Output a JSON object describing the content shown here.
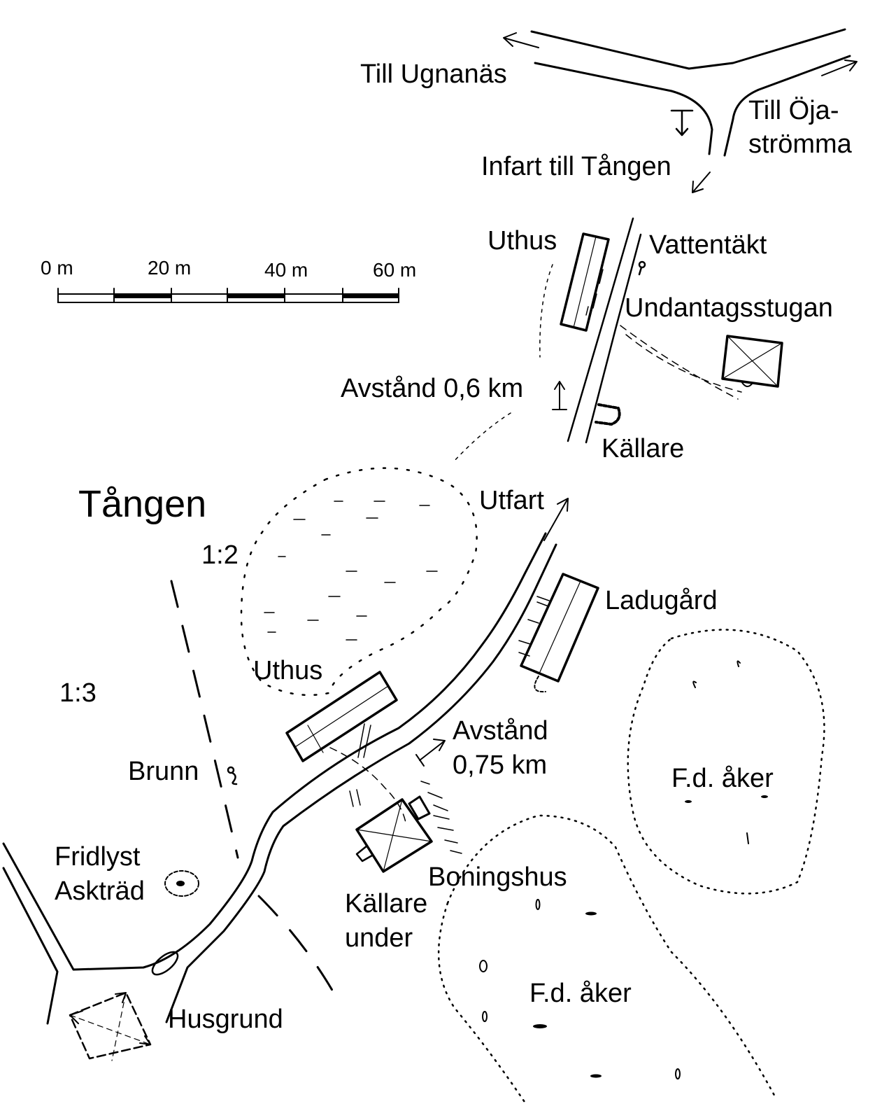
{
  "map": {
    "title": "Tången",
    "scale_bar": {
      "ticks": [
        "0 m",
        "20 m",
        "40 m",
        "60 m"
      ]
    },
    "labels": {
      "till_ugnanas": "Till Ugnanäs",
      "till_oja_line1": "Till Öja-",
      "till_oja_line2": "strömma",
      "infart": "Infart till Tången",
      "uthus_north": "Uthus",
      "vattentakt": "Vattentäkt",
      "undantagsstugan": "Undantagsstugan",
      "avstand_06": "Avstånd 0,6 km",
      "kallare_north": "Källare",
      "utfart": "Utfart",
      "ratio_12": "1:2",
      "ratio_13": "1:3",
      "ladugard": "Ladugård",
      "uthus_south": "Uthus",
      "avstand_075_line1": "Avstånd",
      "avstand_075_line2": "0,75 km",
      "brunn": "Brunn",
      "fd_aker_east": "F.d. åker",
      "fridlyst_line1": "Fridlyst",
      "fridlyst_line2": "Askträd",
      "boningshus": "Boningshus",
      "kallare_under_line1": "Källare",
      "kallare_under_line2": "under",
      "fd_aker_south": "F.d. åker",
      "husgrund": "Husgrund"
    }
  }
}
